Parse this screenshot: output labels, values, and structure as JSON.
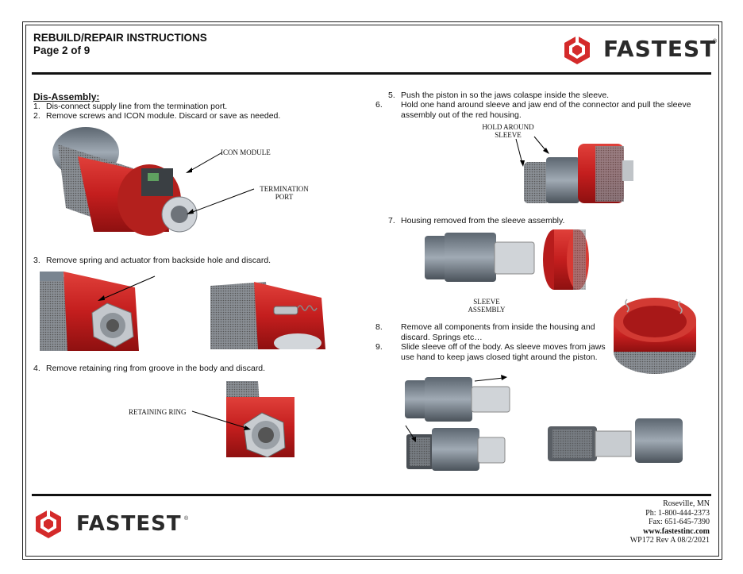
{
  "header": {
    "title_line1": "REBUILD/REPAIR INSTRUCTIONS",
    "title_line2": "Page 2 of 9",
    "brand": "FASTEST"
  },
  "section": {
    "title": "Dis-Assembly:"
  },
  "steps": [
    {
      "num": "1.",
      "text": "Dis-connect supply line from the termination port."
    },
    {
      "num": "2.",
      "text": "Remove screws and ICON module. Discard or save as needed."
    },
    {
      "num": "3.",
      "text": "Remove spring and actuator from backside hole and discard."
    },
    {
      "num": "4.",
      "text": "Remove retaining ring from groove in the body and discard."
    },
    {
      "num": "5.",
      "text": "Push the piston in so the jaws colaspe inside the sleeve."
    },
    {
      "num": "6.",
      "text": "Hold one hand around sleeve and jaw end of the connector and pull the sleeve assembly out of the red housing."
    },
    {
      "num": "7.",
      "text": "Housing removed from the sleeve assembly."
    },
    {
      "num": "8.",
      "text": "Remove all components from inside the housing and discard. Springs etc…"
    },
    {
      "num": "9.",
      "text": "Slide sleeve off of the body. As sleeve moves from jaws use hand to keep jaws closed tight around the piston."
    }
  ],
  "callouts": {
    "icon_module": "ICON MODULE",
    "termination_port_1": "TERMINATION",
    "termination_port_2": "PORT",
    "hold_around_1": "HOLD AROUND",
    "hold_around_2": "SLEEVE",
    "sleeve_assembly_1": "SLEEVE",
    "sleeve_assembly_2": "ASSEMBLY",
    "retaining_ring": "RETAINING RING"
  },
  "footer": {
    "brand": "FASTEST",
    "city": "Roseville, MN",
    "phone": "Ph: 1-800-444-2373",
    "fax": "Fax: 651-645-7390",
    "web": "www.fastestinc.com",
    "doc": "WP172  Rev A   08/2/2021"
  },
  "colors": {
    "brand_red": "#d42a2a",
    "wordmark": "#2a2a2a",
    "housing_red": "#c71f1f",
    "steel": "#7d8792"
  }
}
